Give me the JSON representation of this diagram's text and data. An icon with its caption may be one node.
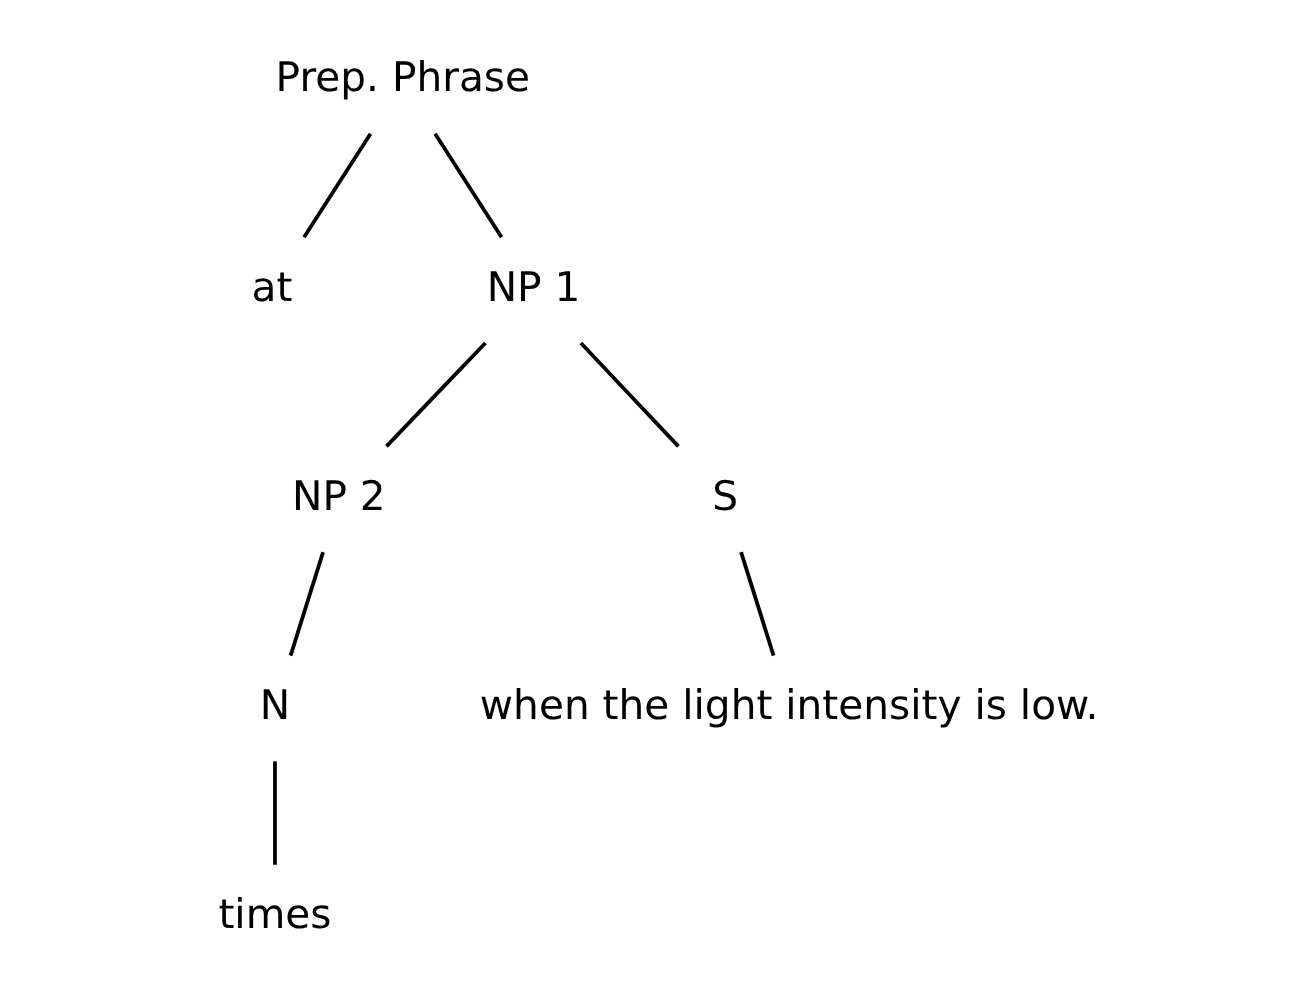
{
  "diagram": {
    "nodes": [
      {
        "text": [
          "Prep. Phrase"
        ]
      },
      {
        "text": [
          "at"
        ]
      },
      {
        "text": [
          "NP 1"
        ]
      },
      {
        "text": [
          "NP 2"
        ]
      },
      {
        "text": [
          "S"
        ]
      },
      {
        "text": [
          "N"
        ]
      },
      {
        "text": [
          "times"
        ]
      },
      {
        "text": [
          "when the light intensity is low."
        ]
      }
    ],
    "edges": [
      {
        "from": 0,
        "to": 1,
        "arrow": "none"
      },
      {
        "from": 0,
        "to": 2,
        "arrow": "none"
      },
      {
        "from": 2,
        "to": 3,
        "arrow": "none"
      },
      {
        "from": 2,
        "to": 4,
        "arrow": "none"
      },
      {
        "from": 3,
        "to": 5,
        "arrow": "none"
      },
      {
        "from": 5,
        "to": 6,
        "arrow": "none"
      },
      {
        "from": 4,
        "to": 7,
        "arrow": "none"
      }
    ]
  }
}
